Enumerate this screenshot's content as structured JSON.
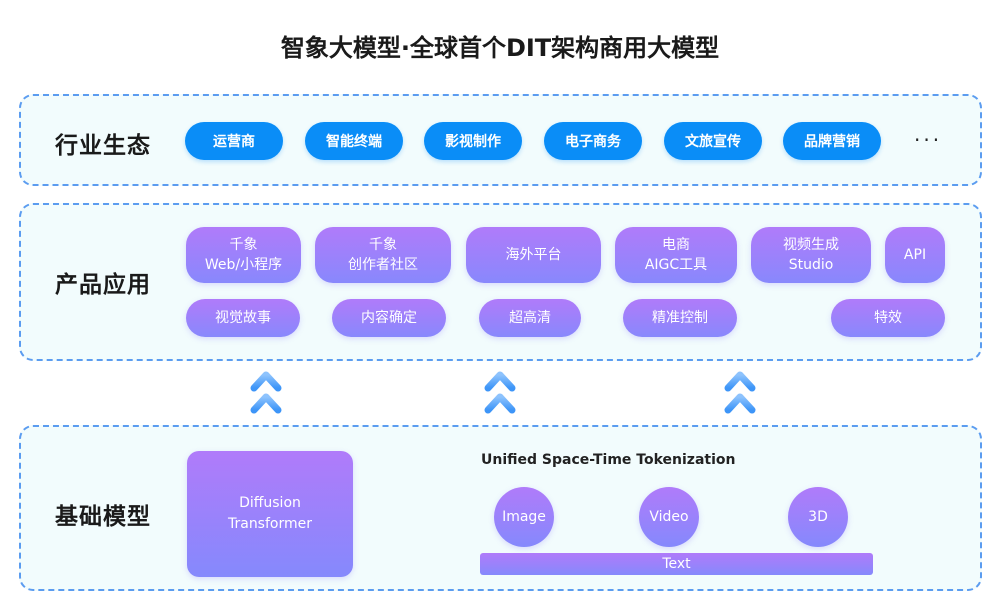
{
  "title": "智象大模型·全球首个DIT架构商用大模型",
  "colors": {
    "industry_pill": "#0a8df7",
    "purple_gradient_top": "#b07bfa",
    "purple_gradient_bottom": "#8589fc",
    "dashed_border": "#5b9cf0",
    "layer_bg": "#f2fcfd",
    "arrow": "#4aa0fb"
  },
  "industry": {
    "label": "行业生态",
    "items": [
      "运营商",
      "智能终端",
      "影视制作",
      "电子商务",
      "文旅宣传",
      "品牌营销"
    ],
    "more": "···"
  },
  "product": {
    "label": "产品应用",
    "row1": [
      {
        "line1": "千象",
        "line2": "Web/小程序"
      },
      {
        "line1": "千象",
        "line2": "创作者社区"
      },
      {
        "line1": "海外平台",
        "line2": ""
      },
      {
        "line1": "电商",
        "line2": "AIGC工具"
      },
      {
        "line1": "视频生成",
        "line2": "Studio"
      },
      {
        "line1": "API",
        "line2": ""
      }
    ],
    "row2": [
      "视觉故事",
      "内容确定",
      "超高清",
      "精准控制",
      "特效"
    ]
  },
  "arrows": [
    "double-chevron-up-icon",
    "double-chevron-up-icon",
    "double-chevron-up-icon"
  ],
  "base": {
    "label": "基础模型",
    "core_line1": "Diffusion",
    "core_line2": "Transformer",
    "tokenization_title": "Unified Space-Time Tokenization",
    "tokens": [
      "Image",
      "Video",
      "3D"
    ],
    "text_bar": "Text"
  }
}
